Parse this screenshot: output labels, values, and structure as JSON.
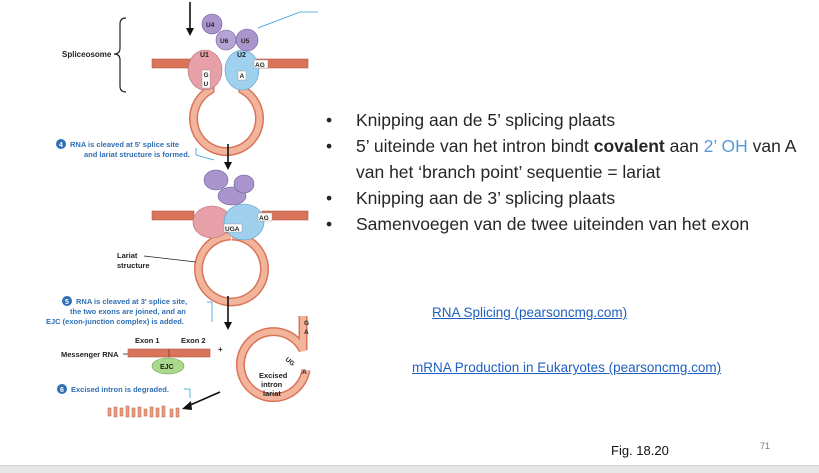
{
  "figure": {
    "spliceosome_label": "Spliceosome",
    "snrnp_labels": {
      "u1": "U1",
      "u2": "U2",
      "u4": "U4",
      "u5": "U5",
      "u6": "U6"
    },
    "seq_labels": {
      "g": "G",
      "u": "U",
      "a": "A",
      "ag": "AG",
      "uga": "UGA",
      "ug": "UG"
    },
    "step4": {
      "number": "4",
      "line1": "RNA is cleaved at 5′ splice site",
      "line2": "and lariat structure is formed."
    },
    "lariat_label": {
      "line1": "Lariat",
      "line2": "structure"
    },
    "step5": {
      "number": "5",
      "line1": "RNA is cleaved at 3′ splice site,",
      "line2": "the two exons are joined, and an",
      "line3": "EJC (exon-junction complex) is added."
    },
    "exon1": "Exon 1",
    "exon2": "Exon 2",
    "plus": "+",
    "mrna_label": "Messenger RNA",
    "ejc": "EJC",
    "excised": {
      "line1": "Excised",
      "line2": "intron",
      "line3": "lariat"
    },
    "step6": {
      "number": "6",
      "text": "Excised intron is degraded."
    }
  },
  "bullets": {
    "b1": "Knipping aan de 5’ splicing plaats",
    "b2_pre": "5’ uiteinde van het intron bindt ",
    "b2_bold": "covalent",
    "b2_mid": " aan ",
    "b2_hl": "2’ OH",
    "b2_post": " van A van het ‘branch point’ sequentie = lariat",
    "b3": "Knipping aan de 3’ splicing plaats",
    "b4": "Samenvoegen van de twee uiteinden van het exon"
  },
  "links": {
    "rna_splicing": "RNA Splicing (pearsoncmg.com)",
    "mrna_production": "mRNA Production in Eukaryotes (pearsoncmg.com)"
  },
  "fig_ref": "Fig. 18.20",
  "page_number": "71",
  "colors": {
    "exon": "#d9745a",
    "intron": "#f2b59b",
    "u1": "#e8a0a8",
    "u2": "#9fd0ee",
    "u456": "#a995cc",
    "ejc": "#a9d98a",
    "step_circle": "#2e6fb5",
    "step_text": "#2e6fb5",
    "link": "#1f5fbf",
    "highlight": "#5b9bd5"
  }
}
